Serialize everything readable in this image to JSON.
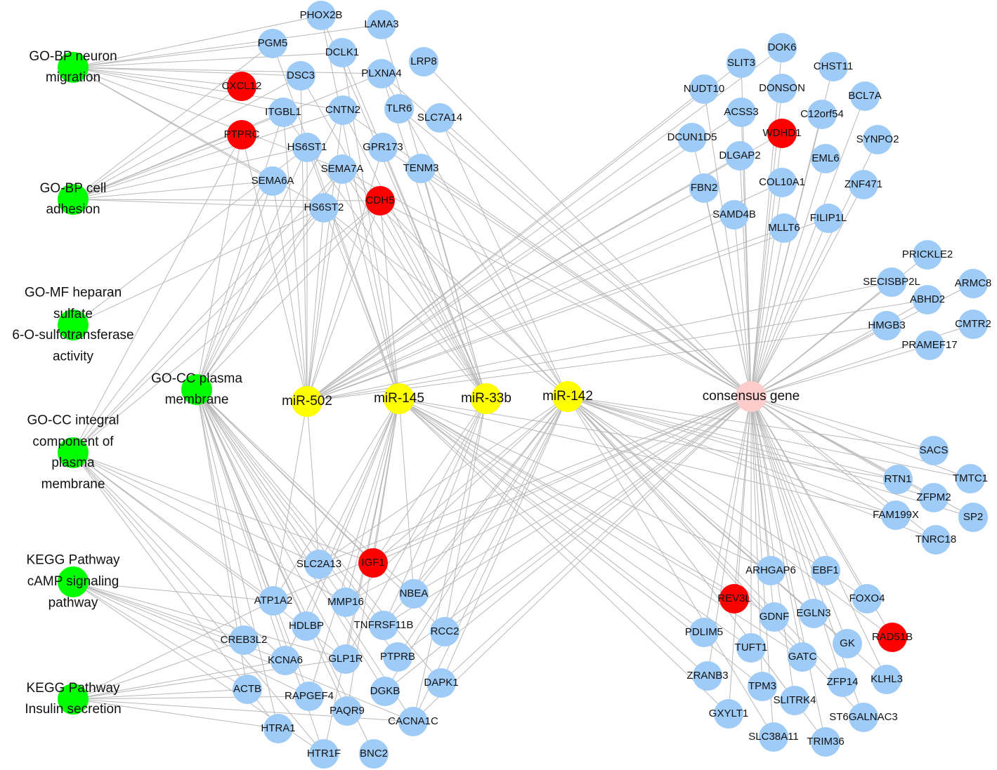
{
  "colors": {
    "gene": "#9fcbf7",
    "gene_highlight": "#ff0000",
    "mirna": "#ffff00",
    "consensus": "#ffcccc",
    "annotation": "#00ff00",
    "edge": "#b8b8b8"
  },
  "nodes": [
    {
      "id": "PHOX2B",
      "label": "PHOX2B",
      "kind": "gene"
    },
    {
      "id": "LAMA3",
      "label": "LAMA3",
      "kind": "gene"
    },
    {
      "id": "PGM5",
      "label": "PGM5",
      "kind": "gene"
    },
    {
      "id": "DCLK1",
      "label": "DCLK1",
      "kind": "gene"
    },
    {
      "id": "LRP8",
      "label": "LRP8",
      "kind": "gene"
    },
    {
      "id": "PLXNA4",
      "label": "PLXNA4",
      "kind": "gene"
    },
    {
      "id": "DSC3",
      "label": "DSC3",
      "kind": "gene"
    },
    {
      "id": "CXCL12",
      "label": "CXCL12",
      "kind": "gene_highlight"
    },
    {
      "id": "ITGBL1",
      "label": "ITGBL1",
      "kind": "gene"
    },
    {
      "id": "CNTN2",
      "label": "CNTN2",
      "kind": "gene"
    },
    {
      "id": "TLR6",
      "label": "TLR6",
      "kind": "gene"
    },
    {
      "id": "SLC7A14",
      "label": "SLC7A14",
      "kind": "gene"
    },
    {
      "id": "PTPRC",
      "label": "PTPRC",
      "kind": "gene_highlight"
    },
    {
      "id": "HS6ST1",
      "label": "HS6ST1",
      "kind": "gene"
    },
    {
      "id": "GPR173",
      "label": "GPR173",
      "kind": "gene"
    },
    {
      "id": "SEMA7A",
      "label": "SEMA7A",
      "kind": "gene"
    },
    {
      "id": "TENM3",
      "label": "TENM3",
      "kind": "gene"
    },
    {
      "id": "SEMA6A",
      "label": "SEMA6A",
      "kind": "gene"
    },
    {
      "id": "CDH5",
      "label": "CDH5",
      "kind": "gene_highlight"
    },
    {
      "id": "HS6ST2",
      "label": "HS6ST2",
      "kind": "gene"
    },
    {
      "id": "DOK6",
      "label": "DOK6",
      "kind": "gene"
    },
    {
      "id": "SLIT3",
      "label": "SLIT3",
      "kind": "gene"
    },
    {
      "id": "CHST11",
      "label": "CHST11",
      "kind": "gene"
    },
    {
      "id": "NUDT10",
      "label": "NUDT10",
      "kind": "gene"
    },
    {
      "id": "DONSON",
      "label": "DONSON",
      "kind": "gene"
    },
    {
      "id": "BCL7A",
      "label": "BCL7A",
      "kind": "gene"
    },
    {
      "id": "ACSS3",
      "label": "ACSS3",
      "kind": "gene"
    },
    {
      "id": "C12orf54",
      "label": "C12orf54",
      "kind": "gene"
    },
    {
      "id": "WDHD1",
      "label": "WDHD1",
      "kind": "gene_highlight"
    },
    {
      "id": "DCUN1D5",
      "label": "DCUN1D5",
      "kind": "gene"
    },
    {
      "id": "SYNPO2",
      "label": "SYNPO2",
      "kind": "gene"
    },
    {
      "id": "DLGAP2",
      "label": "DLGAP2",
      "kind": "gene"
    },
    {
      "id": "EML6",
      "label": "EML6",
      "kind": "gene"
    },
    {
      "id": "COL10A1",
      "label": "COL10A1",
      "kind": "gene"
    },
    {
      "id": "ZNF471",
      "label": "ZNF471",
      "kind": "gene"
    },
    {
      "id": "FBN2",
      "label": "FBN2",
      "kind": "gene"
    },
    {
      "id": "SAMD4B",
      "label": "SAMD4B",
      "kind": "gene"
    },
    {
      "id": "FILIP1L",
      "label": "FILIP1L",
      "kind": "gene"
    },
    {
      "id": "MLLT6",
      "label": "MLLT6",
      "kind": "gene"
    },
    {
      "id": "PRICKLE2",
      "label": "PRICKLE2",
      "kind": "gene"
    },
    {
      "id": "SECISBP2L",
      "label": "SECISBP2L",
      "kind": "gene"
    },
    {
      "id": "ARMC8",
      "label": "ARMC8",
      "kind": "gene"
    },
    {
      "id": "ABHD2",
      "label": "ABHD2",
      "kind": "gene"
    },
    {
      "id": "HMGB3",
      "label": "HMGB3",
      "kind": "gene"
    },
    {
      "id": "CMTR2",
      "label": "CMTR2",
      "kind": "gene"
    },
    {
      "id": "PRAMEF17",
      "label": "PRAMEF17",
      "kind": "gene"
    },
    {
      "id": "SACS",
      "label": "SACS",
      "kind": "gene"
    },
    {
      "id": "RTN1",
      "label": "RTN1",
      "kind": "gene"
    },
    {
      "id": "TMTC1",
      "label": "TMTC1",
      "kind": "gene"
    },
    {
      "id": "ZFPM2",
      "label": "ZFPM2",
      "kind": "gene"
    },
    {
      "id": "FAM199X",
      "label": "FAM199X",
      "kind": "gene"
    },
    {
      "id": "SP2",
      "label": "SP2",
      "kind": "gene"
    },
    {
      "id": "TNRC18",
      "label": "TNRC18",
      "kind": "gene"
    },
    {
      "id": "ARHGAP6",
      "label": "ARHGAP6",
      "kind": "gene"
    },
    {
      "id": "EBF1",
      "label": "EBF1",
      "kind": "gene"
    },
    {
      "id": "REV3L",
      "label": "REV3L",
      "kind": "gene_highlight"
    },
    {
      "id": "FOXO4",
      "label": "FOXO4",
      "kind": "gene"
    },
    {
      "id": "GDNF",
      "label": "GDNF",
      "kind": "gene"
    },
    {
      "id": "EGLN3",
      "label": "EGLN3",
      "kind": "gene"
    },
    {
      "id": "PDLIM5",
      "label": "PDLIM5",
      "kind": "gene"
    },
    {
      "id": "RAD51B",
      "label": "RAD51B",
      "kind": "gene_highlight"
    },
    {
      "id": "GK",
      "label": "GK",
      "kind": "gene"
    },
    {
      "id": "TUFT1",
      "label": "TUFT1",
      "kind": "gene"
    },
    {
      "id": "GATC",
      "label": "GATC",
      "kind": "gene"
    },
    {
      "id": "ZRANB3",
      "label": "ZRANB3",
      "kind": "gene"
    },
    {
      "id": "KLHL3",
      "label": "KLHL3",
      "kind": "gene"
    },
    {
      "id": "ZFP14",
      "label": "ZFP14",
      "kind": "gene"
    },
    {
      "id": "TPM3",
      "label": "TPM3",
      "kind": "gene"
    },
    {
      "id": "SLITRK4",
      "label": "SLITRK4",
      "kind": "gene"
    },
    {
      "id": "GXYLT1",
      "label": "GXYLT1",
      "kind": "gene"
    },
    {
      "id": "ST6GALNAC3",
      "label": "ST6GALNAC3",
      "kind": "gene"
    },
    {
      "id": "SLC38A11",
      "label": "SLC38A11",
      "kind": "gene"
    },
    {
      "id": "TRIM36",
      "label": "TRIM36",
      "kind": "gene"
    },
    {
      "id": "SLC2A13",
      "label": "SLC2A13",
      "kind": "gene"
    },
    {
      "id": "IGF1",
      "label": "IGF1",
      "kind": "gene_highlight"
    },
    {
      "id": "ATP1A2",
      "label": "ATP1A2",
      "kind": "gene"
    },
    {
      "id": "NBEA",
      "label": "NBEA",
      "kind": "gene"
    },
    {
      "id": "MMP16",
      "label": "MMP16",
      "kind": "gene"
    },
    {
      "id": "HDLBP",
      "label": "HDLBP",
      "kind": "gene"
    },
    {
      "id": "TNFRSF11B",
      "label": "TNFRSF11B",
      "kind": "gene"
    },
    {
      "id": "RCC2",
      "label": "RCC2",
      "kind": "gene"
    },
    {
      "id": "CREB3L2",
      "label": "CREB3L2",
      "kind": "gene"
    },
    {
      "id": "KCNA6",
      "label": "KCNA6",
      "kind": "gene"
    },
    {
      "id": "GLP1R",
      "label": "GLP1R",
      "kind": "gene"
    },
    {
      "id": "PTPRB",
      "label": "PTPRB",
      "kind": "gene"
    },
    {
      "id": "ACTB",
      "label": "ACTB",
      "kind": "gene"
    },
    {
      "id": "RAPGEF4",
      "label": "RAPGEF4",
      "kind": "gene"
    },
    {
      "id": "DAPK1",
      "label": "DAPK1",
      "kind": "gene"
    },
    {
      "id": "DGKB",
      "label": "DGKB",
      "kind": "gene"
    },
    {
      "id": "PAQR9",
      "label": "PAQR9",
      "kind": "gene"
    },
    {
      "id": "HTRA1",
      "label": "HTRA1",
      "kind": "gene"
    },
    {
      "id": "CACNA1C",
      "label": "CACNA1C",
      "kind": "gene"
    },
    {
      "id": "HTR1F",
      "label": "HTR1F",
      "kind": "gene"
    },
    {
      "id": "BNC2",
      "label": "BNC2",
      "kind": "gene"
    },
    {
      "id": "miR-502",
      "label": "miR-502",
      "kind": "mirna"
    },
    {
      "id": "miR-145",
      "label": "miR-145",
      "kind": "mirna"
    },
    {
      "id": "miR-33b",
      "label": "miR-33b",
      "kind": "mirna"
    },
    {
      "id": "miR-142",
      "label": "miR-142",
      "kind": "mirna"
    },
    {
      "id": "consensus",
      "label": "consensus gene",
      "kind": "consensus"
    },
    {
      "id": "GO1",
      "label": "GO-BP neuron\nmigration",
      "kind": "annotation"
    },
    {
      "id": "GO2",
      "label": "GO-BP cell\nadhesion",
      "kind": "annotation"
    },
    {
      "id": "GO3",
      "label": "GO-MF heparan\nsulfate\n6-O-sulfotransferase\nactivity",
      "kind": "annotation"
    },
    {
      "id": "GO4",
      "label": "GO-CC plasma\nmembrane",
      "kind": "annotation"
    },
    {
      "id": "GO5",
      "label": "GO-CC integral\ncomponent of\nplasma\nmembrane",
      "kind": "annotation"
    },
    {
      "id": "KEGG1",
      "label": "KEGG Pathway\ncAMP signaling\npathway",
      "kind": "annotation"
    },
    {
      "id": "KEGG2",
      "label": "KEGG Pathway\nInsulin secretion",
      "kind": "annotation"
    }
  ]
}
